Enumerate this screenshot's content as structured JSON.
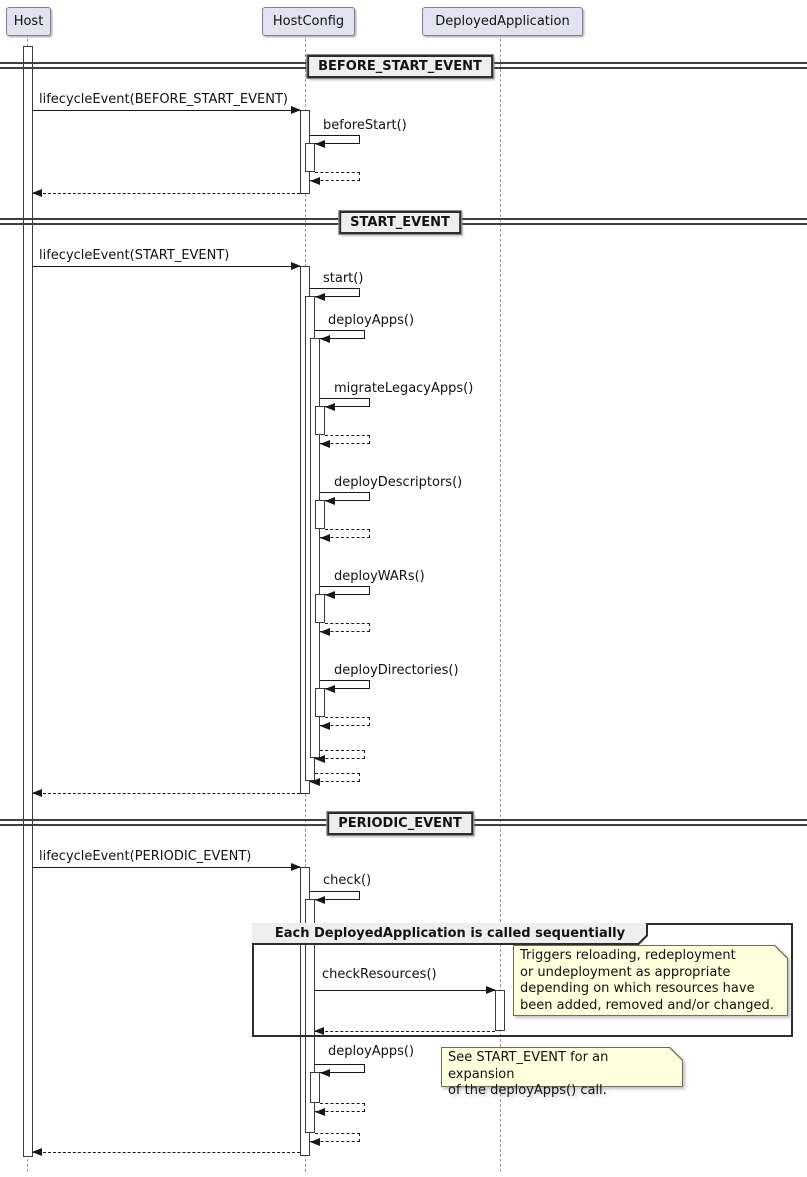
{
  "diagram_type": "uml-sequence-diagram",
  "participants": [
    {
      "name": "Host"
    },
    {
      "name": "HostConfig"
    },
    {
      "name": "DeployedApplication"
    }
  ],
  "dividers": [
    "BEFORE_START_EVENT",
    "START_EVENT",
    "PERIODIC_EVENT"
  ],
  "messages": {
    "lifecycle_before_start": "lifecycleEvent(BEFORE_START_EVENT)",
    "before_start": "beforeStart()",
    "lifecycle_start": "lifecycleEvent(START_EVENT)",
    "start": "start()",
    "deploy_apps": "deployApps()",
    "migrate_legacy_apps": "migrateLegacyApps()",
    "deploy_descriptors": "deployDescriptors()",
    "deploy_wars": "deployWARs()",
    "deploy_directories": "deployDirectories()",
    "lifecycle_periodic": "lifecycleEvent(PERIODIC_EVENT)",
    "check": "check()",
    "check_resources": "checkResources()",
    "deploy_apps_periodic": "deployApps()"
  },
  "frame": {
    "title": "Each DeployedApplication is called sequentially"
  },
  "notes": {
    "check_resources": "Triggers reloading, redeployment\nor undeployment as appropriate\ndepending on which resources have\nbeen added, removed and/or changed.",
    "deploy_apps": "See START_EVENT for an expansion\nof the deployApps() call."
  },
  "colors": {
    "participant_fill": "#E2E2F0",
    "participant_border": "#7F7F96",
    "note_fill": "#FEFFDD",
    "note_border": "#6E6E58",
    "divider_fill": "#EEEEEE",
    "frame_label_fill": "#EEEEEE",
    "line": "#181818",
    "lifeline": "#9A9A9A",
    "background": "#FFFFFF"
  }
}
